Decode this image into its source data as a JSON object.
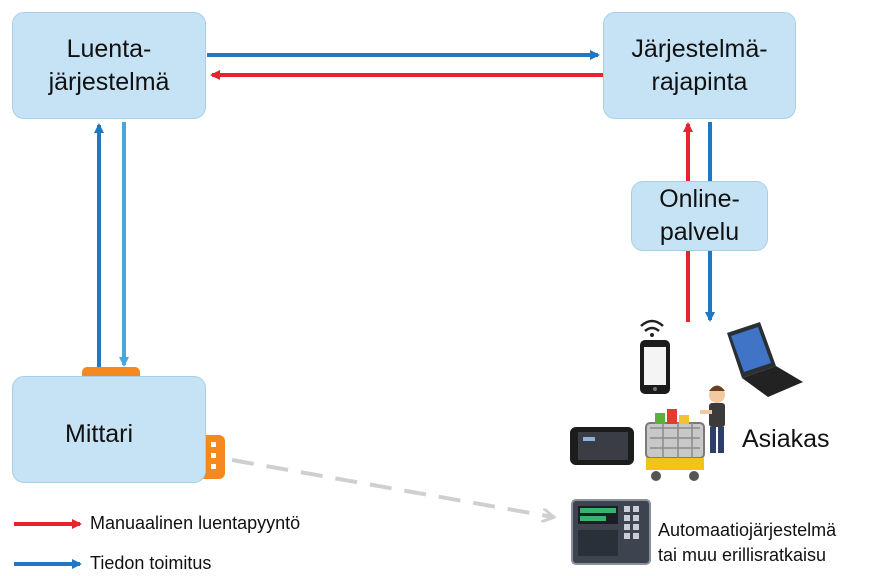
{
  "nodes": {
    "reading_system": "Luenta-\njärjestelmä",
    "system_interface": "Järjestelmä-\nrajapinta",
    "online_service": "Online-\npalvelu",
    "meter": "Mittari",
    "customer": "Asiakas",
    "automation": "Automaatiojärjestelmä\ntai muu erillisratkaisu"
  },
  "legend": {
    "manual_request": "Manuaalinen luentapyyntö",
    "data_delivery": "Tiedon toimitus"
  },
  "colors": {
    "manual_request": "#e8232b",
    "data_delivery": "#1f78c1",
    "data_delivery_light": "#4aa8d8",
    "box_fill": "#c6e3f5",
    "meter_port": "#f5891f",
    "dashed_link": "#cfcfcf"
  },
  "icons": [
    "smartphone-icon",
    "laptop-icon",
    "tablet-icon",
    "shopper-icon",
    "control-panel-icon",
    "wireless-icon"
  ]
}
